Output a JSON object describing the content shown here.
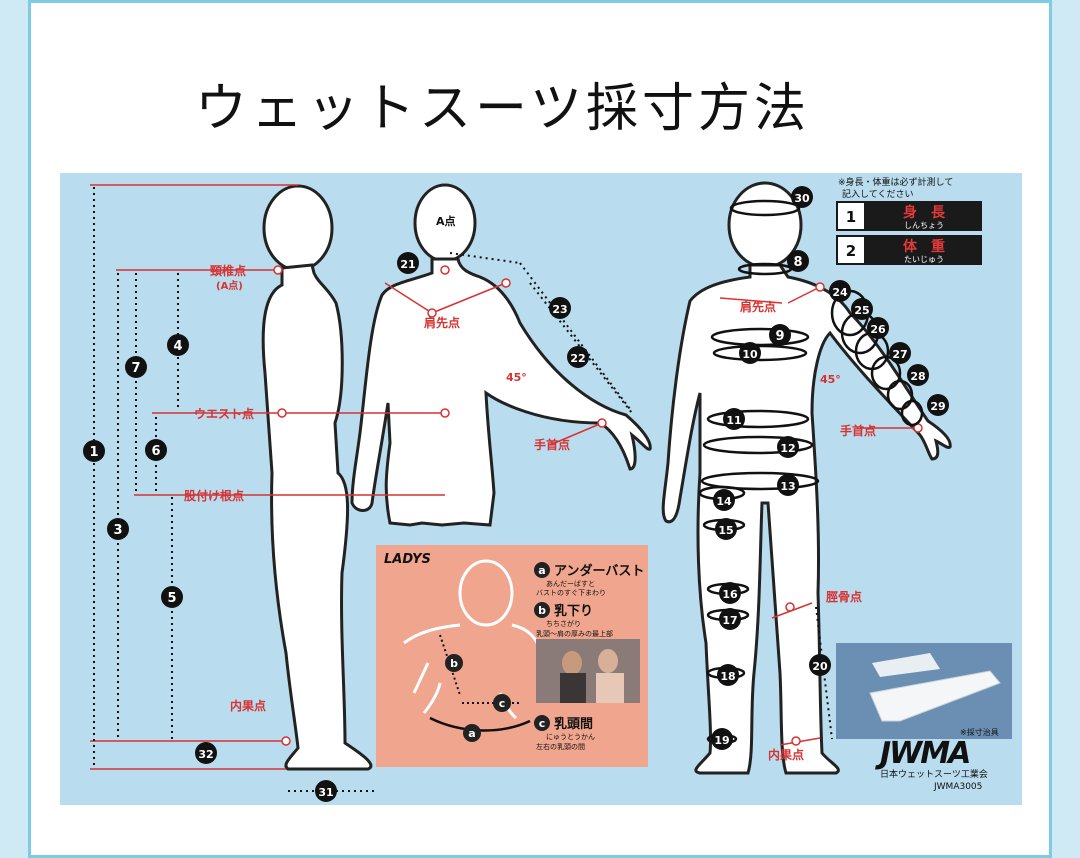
{
  "page": {
    "title": "ウェットスーツ採寸方法"
  },
  "note": {
    "line1": "※身長・体重は必ず計測して",
    "line2": "記入してください"
  },
  "fields": [
    {
      "num": "1",
      "label": "身　長",
      "reading": "しんちょう"
    },
    {
      "num": "2",
      "label": "体　重",
      "reading": "たいじゅう"
    }
  ],
  "labels": {
    "neck_point": "頸椎点",
    "neck_point_sub": "(A点)",
    "waist_point": "ウエスト点",
    "crotch_point": "股付け根点",
    "ankle_point": "内果点",
    "ankle_point_front": "内果点",
    "a_point": "A点",
    "shoulder_back": "肩先点",
    "shoulder_front": "肩先点",
    "wrist_back": "手首点",
    "wrist_front": "手首点",
    "knee_point": "脛骨点",
    "angle_back": "45°",
    "angle_front": "45°"
  },
  "markers": {
    "m1": "1",
    "m3": "3",
    "m4": "4",
    "m5": "5",
    "m6": "6",
    "m7": "7",
    "m8": "8",
    "m9": "9",
    "m10": "10",
    "m11": "11",
    "m12": "12",
    "m13": "13",
    "m14": "14",
    "m15": "15",
    "m16": "16",
    "m17": "17",
    "m18": "18",
    "m19": "19",
    "m20": "20",
    "m21": "21",
    "m22": "22",
    "m23": "23",
    "m24": "24",
    "m25": "25",
    "m26": "26",
    "m27": "27",
    "m28": "28",
    "m29": "29",
    "m30": "30",
    "m31": "31",
    "m32": "32"
  },
  "ladys": {
    "title": "LADYS",
    "a_letter": "a",
    "a_label": "アンダーバスト",
    "a_reading": "あんだーばすと",
    "a_desc": "バストのすぐ下まわり",
    "b_letter": "b",
    "b_label": "乳下り",
    "b_reading": "ちちさがり",
    "b_desc": "乳頭～肩の厚みの最上部",
    "c_letter": "c",
    "c_label": "乳頭間",
    "c_reading": "にゅうとうかん",
    "c_desc": "左右の乳頭の間"
  },
  "tool_caption": "※採寸治具",
  "brand": {
    "logo": "JWMA",
    "org": "日本ウェットスーツ工業会",
    "code": "JWMA3005"
  }
}
